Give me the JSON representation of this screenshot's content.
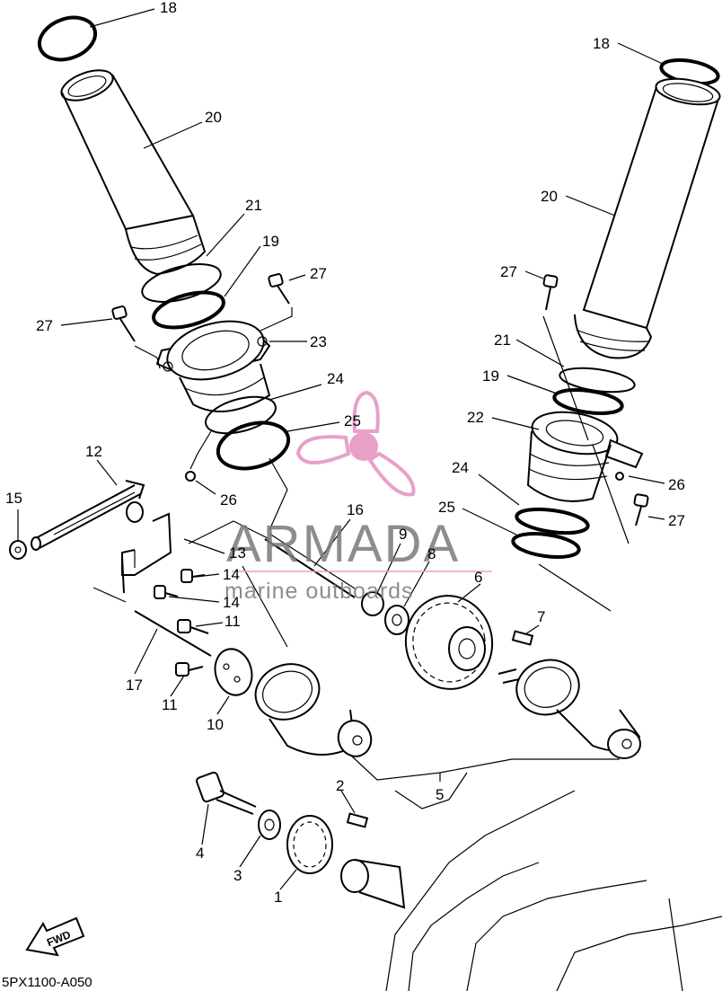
{
  "diagram": {
    "drawing_code": "5PX1100-A050",
    "fwd_label": "FWD",
    "watermark": {
      "title": "ARMADA",
      "subtitle": "marine outboards",
      "logo_color": "#e8a0c8"
    },
    "callouts": [
      {
        "id": "c18a",
        "label": "18"
      },
      {
        "id": "c20a",
        "label": "20"
      },
      {
        "id": "c21a",
        "label": "21"
      },
      {
        "id": "c19a",
        "label": "19"
      },
      {
        "id": "c27a",
        "label": "27"
      },
      {
        "id": "c27b",
        "label": "27"
      },
      {
        "id": "c23",
        "label": "23"
      },
      {
        "id": "c24a",
        "label": "24"
      },
      {
        "id": "c25a",
        "label": "25"
      },
      {
        "id": "c26a",
        "label": "26"
      },
      {
        "id": "c12",
        "label": "12"
      },
      {
        "id": "c15",
        "label": "15"
      },
      {
        "id": "c16",
        "label": "16"
      },
      {
        "id": "c13",
        "label": "13"
      },
      {
        "id": "c14a",
        "label": "14"
      },
      {
        "id": "c14b",
        "label": "14"
      },
      {
        "id": "c9",
        "label": "9"
      },
      {
        "id": "c8",
        "label": "8"
      },
      {
        "id": "c6",
        "label": "6"
      },
      {
        "id": "c7",
        "label": "7"
      },
      {
        "id": "c11a",
        "label": "11"
      },
      {
        "id": "c11b",
        "label": "11"
      },
      {
        "id": "c17",
        "label": "17"
      },
      {
        "id": "c10",
        "label": "10"
      },
      {
        "id": "c5",
        "label": "5"
      },
      {
        "id": "c2",
        "label": "2"
      },
      {
        "id": "c4",
        "label": "4"
      },
      {
        "id": "c3",
        "label": "3"
      },
      {
        "id": "c1",
        "label": "1"
      },
      {
        "id": "c18b",
        "label": "18"
      },
      {
        "id": "c20b",
        "label": "20"
      },
      {
        "id": "c27c",
        "label": "27"
      },
      {
        "id": "c21b",
        "label": "21"
      },
      {
        "id": "c19b",
        "label": "19"
      },
      {
        "id": "c22",
        "label": "22"
      },
      {
        "id": "c26b",
        "label": "26"
      },
      {
        "id": "c24b",
        "label": "24"
      },
      {
        "id": "c25b",
        "label": "25"
      },
      {
        "id": "c27d",
        "label": "27"
      }
    ]
  }
}
